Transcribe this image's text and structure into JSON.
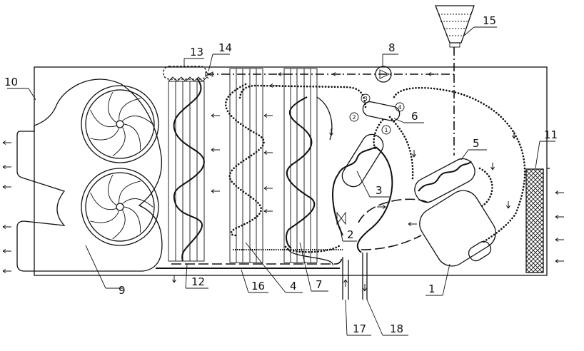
{
  "labels": {
    "l1": "1",
    "l2": "2",
    "l3": "3",
    "l4": "4",
    "l5": "5",
    "l6": "6",
    "l7": "7",
    "l8": "8",
    "l9": "9",
    "l10": "10",
    "l11": "11",
    "l12": "12",
    "l13": "13",
    "l14": "14",
    "l15": "15",
    "l16": "16",
    "l17": "17",
    "l18": "18"
  },
  "circled": {
    "c1": "1",
    "c2": "2",
    "c3": "3",
    "c4": "4"
  },
  "colors": {
    "line": "#111111",
    "background": "#ffffff"
  }
}
